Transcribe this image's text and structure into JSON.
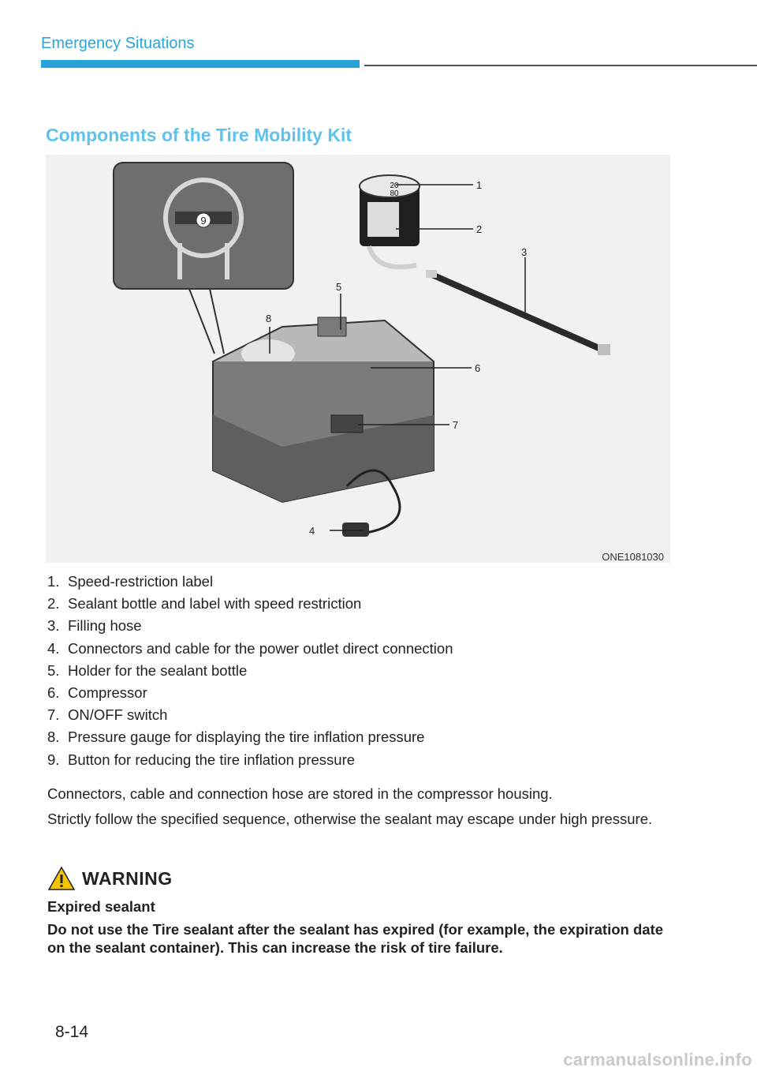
{
  "header": {
    "section": "Emergency Situations"
  },
  "heading": "Components of the Tire Mobility Kit",
  "figure": {
    "code": "ONE1081030",
    "callouts": [
      "1",
      "2",
      "3",
      "4",
      "5",
      "6",
      "7",
      "8",
      "9"
    ],
    "bottle_label_line1": "20",
    "bottle_label_line2": "80"
  },
  "items": [
    {
      "num": "1.",
      "text": "Speed-restriction label"
    },
    {
      "num": "2.",
      "text": "Sealant bottle and label with speed restriction"
    },
    {
      "num": "3.",
      "text": "Filling hose"
    },
    {
      "num": "4.",
      "text": "Connectors and cable for the power outlet direct connection"
    },
    {
      "num": "5.",
      "text": "Holder for the sealant bottle"
    },
    {
      "num": "6.",
      "text": "Compressor"
    },
    {
      "num": "7.",
      "text": "ON/OFF switch"
    },
    {
      "num": "8.",
      "text": "Pressure gauge for displaying the tire inflation pressure"
    },
    {
      "num": "9.",
      "text": "Button for reducing the tire inflation pressure"
    }
  ],
  "paragraphs": [
    "Connectors, cable and connection hose are stored in the compressor housing.",
    "Strictly follow the specified sequence, otherwise the sealant may escape under high pressure."
  ],
  "warning": {
    "title": "WARNING",
    "subtitle": "Expired sealant",
    "body": "Do not use the Tire sealant after the sealant has expired (for example, the expiration date on the sealant container). This can increase the risk of tire failure."
  },
  "footer": {
    "page": "8-14",
    "watermark": "carmanualsonline.info"
  },
  "colors": {
    "accent": "#28a3da",
    "heading": "#5ec2ea",
    "warning_yellow": "#f2c500"
  }
}
